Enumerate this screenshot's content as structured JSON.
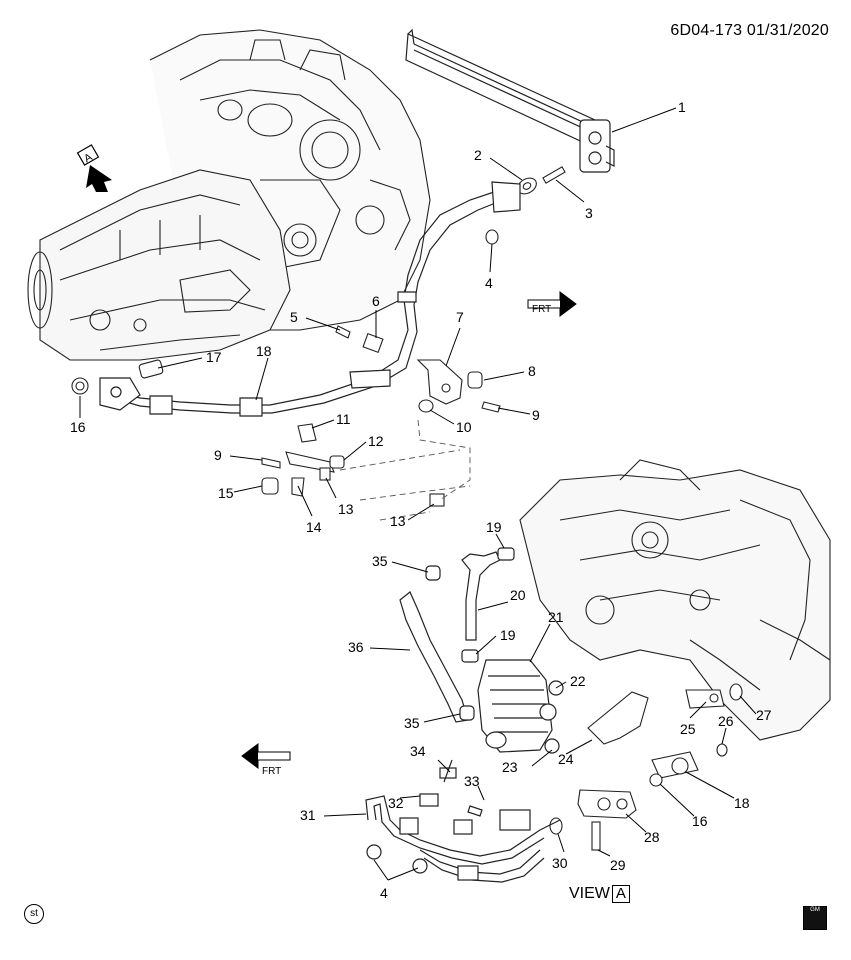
{
  "header": {
    "ref_code": "6D04-173 01/31/2020"
  },
  "view_label": {
    "text": "VIEW",
    "letter": "A"
  },
  "direction": {
    "frt": "FRT",
    "view_arrow_letter": "A"
  },
  "badges": {
    "st": "st",
    "gm": "GM"
  },
  "callouts": [
    "1",
    "2",
    "3",
    "4",
    "5",
    "6",
    "7",
    "8",
    "9",
    "10",
    "11",
    "12",
    "9",
    "15",
    "14",
    "13",
    "13",
    "16",
    "17",
    "18",
    "19",
    "20",
    "21",
    "35",
    "36",
    "19",
    "22",
    "35",
    "25",
    "26",
    "27",
    "23",
    "24",
    "34",
    "33",
    "32",
    "31",
    "4",
    "18",
    "16",
    "28",
    "30",
    "29"
  ]
}
